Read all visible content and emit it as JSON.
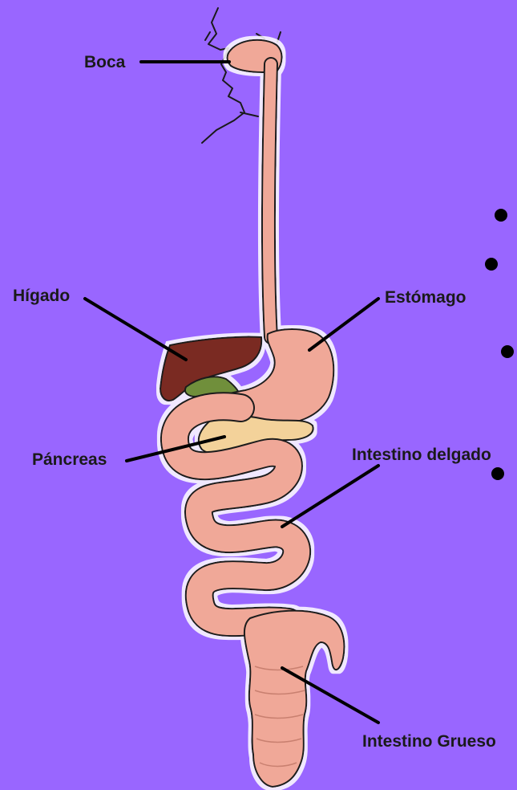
{
  "diagram": {
    "colors": {
      "background": "#9966ff",
      "tract_fill": "#f0a898",
      "tract_outline": "#1a1a1a",
      "liver": "#7a2a22",
      "gallbladder": "#6f8f3a",
      "pancreas": "#f3d29a",
      "halo": "#ffffff"
    },
    "labels": {
      "boca": "Boca",
      "higado": "Hígado",
      "estomago": "Estómago",
      "pancreas": "Páncreas",
      "intestino_delgado": "Intestino delgado",
      "intestino_grueso": "Intestino Grueso"
    }
  }
}
